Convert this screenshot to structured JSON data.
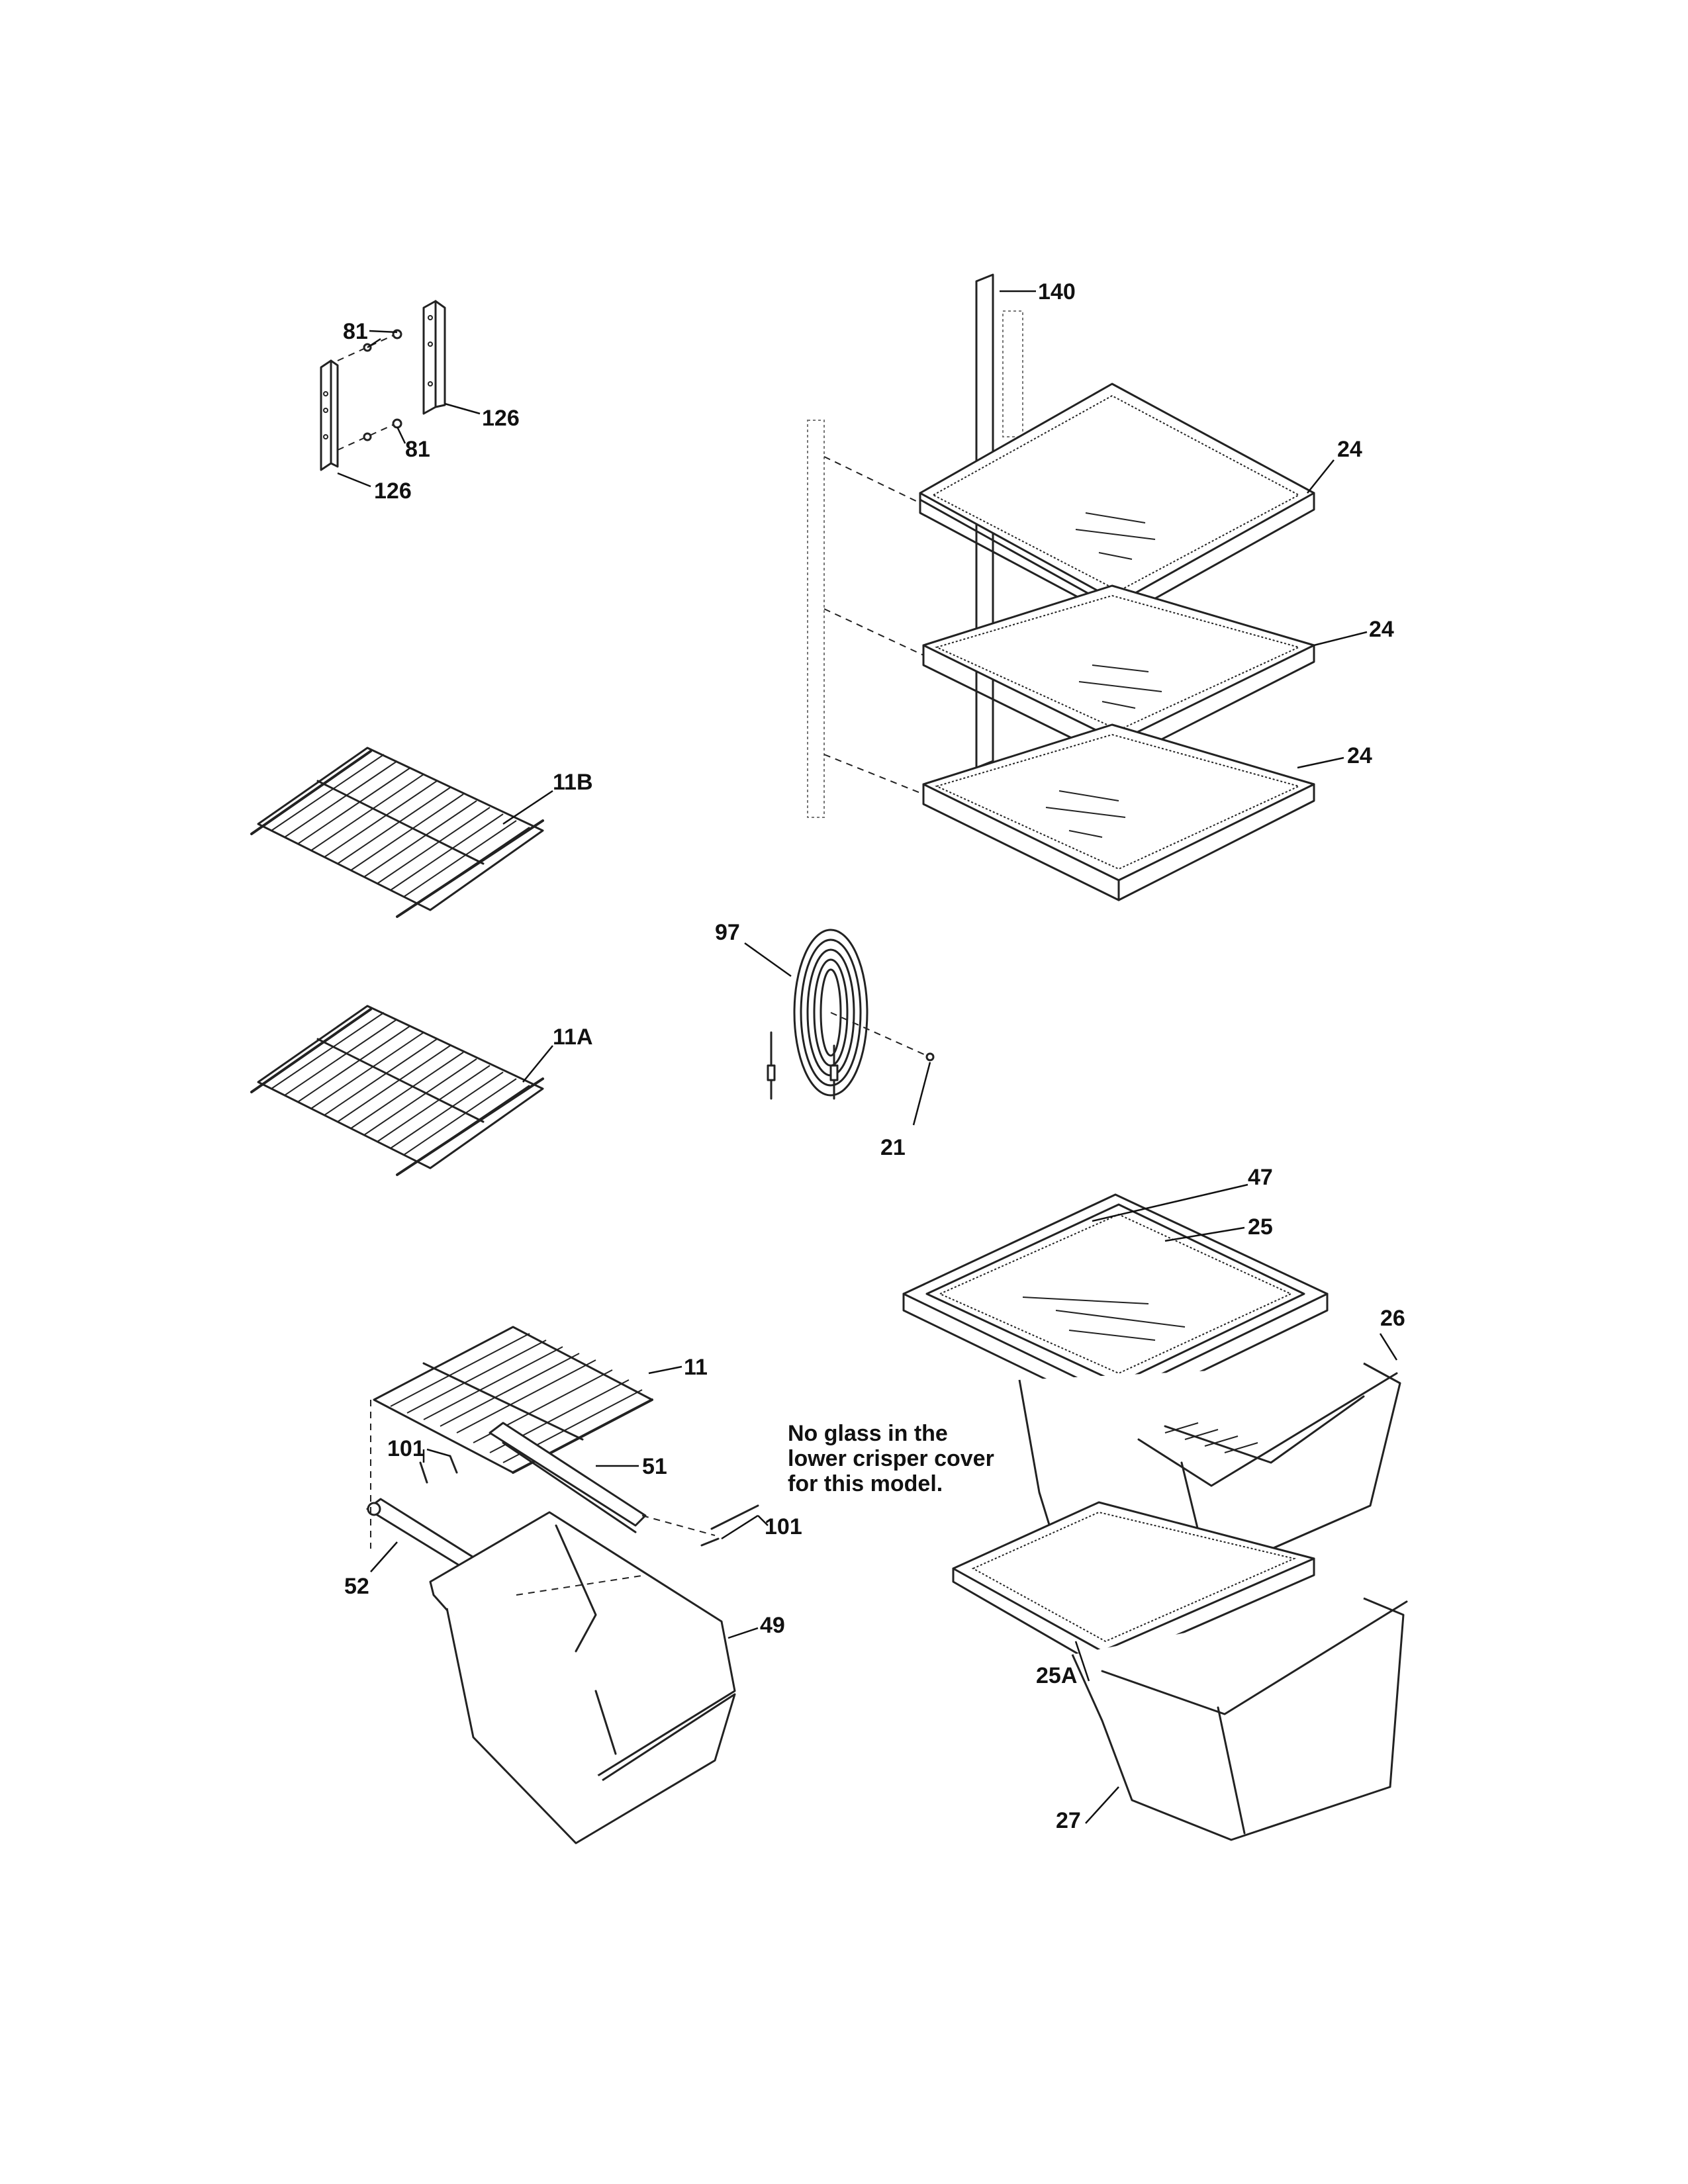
{
  "labels": {
    "p81a": "81",
    "p81b": "81",
    "p126a": "126",
    "p126b": "126",
    "p140": "140",
    "p24a": "24",
    "p24b": "24",
    "p24c": "24",
    "p11B": "11B",
    "p11A": "11A",
    "p97": "97",
    "p21": "21",
    "p47": "47",
    "p25": "25",
    "p26": "26",
    "p11": "11",
    "p101a": "101",
    "p101b": "101",
    "p51": "51",
    "p52": "52",
    "p49": "49",
    "p25A": "25A",
    "p27": "27"
  },
  "note": {
    "line1": "No glass in the",
    "line2": "lower crisper cover",
    "line3": "for this model."
  }
}
